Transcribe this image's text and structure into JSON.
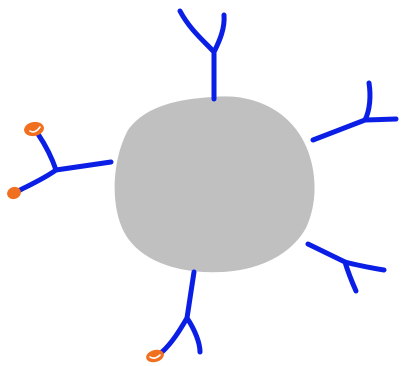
{
  "colors": {
    "background": "#ffffff",
    "core": "#c0c0c0",
    "receptor": "#0a1ee6",
    "ligand": "#f07020",
    "ligand_highlight": "#ffffff"
  },
  "diagram": {
    "core": {
      "icon": "gray-sphere"
    },
    "receptors": [
      {
        "id": "top",
        "bound": false
      },
      {
        "id": "upper-right",
        "bound": false
      },
      {
        "id": "lower-right",
        "bound": false
      },
      {
        "id": "bottom",
        "bound": true
      },
      {
        "id": "left",
        "bound": true,
        "second_ligand": true
      }
    ]
  }
}
